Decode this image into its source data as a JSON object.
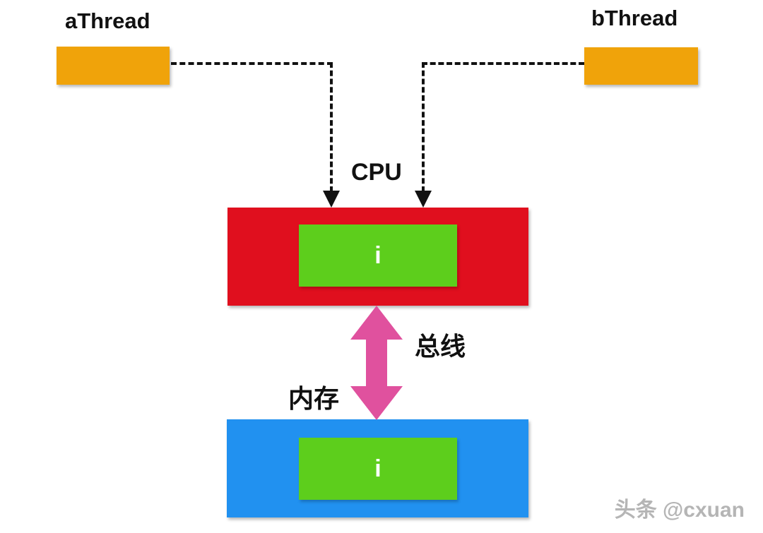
{
  "diagram": {
    "threads": [
      {
        "label": "aThread"
      },
      {
        "label": "bThread"
      }
    ],
    "cpu": {
      "label": "CPU",
      "variable": "i"
    },
    "bus": {
      "label": "总线"
    },
    "memory": {
      "label": "内存",
      "variable": "i"
    },
    "watermark": "头条 @cxuan"
  },
  "icons": {
    "connector_arrowheads": "arrowhead-down-icon",
    "bus": "double-arrow-vertical-icon"
  },
  "colors": {
    "background": "#ffffff",
    "thread-box": "#f0a30a",
    "cpu-box": "#e00f1e",
    "variable-box": "#5dce1c",
    "memory-box": "#2191f0",
    "bus-arrow": "#e0519e",
    "connector": "#111111",
    "label-text": "#111111",
    "variable-text": "#ffffff",
    "watermark-text": "#b5b5b5"
  }
}
